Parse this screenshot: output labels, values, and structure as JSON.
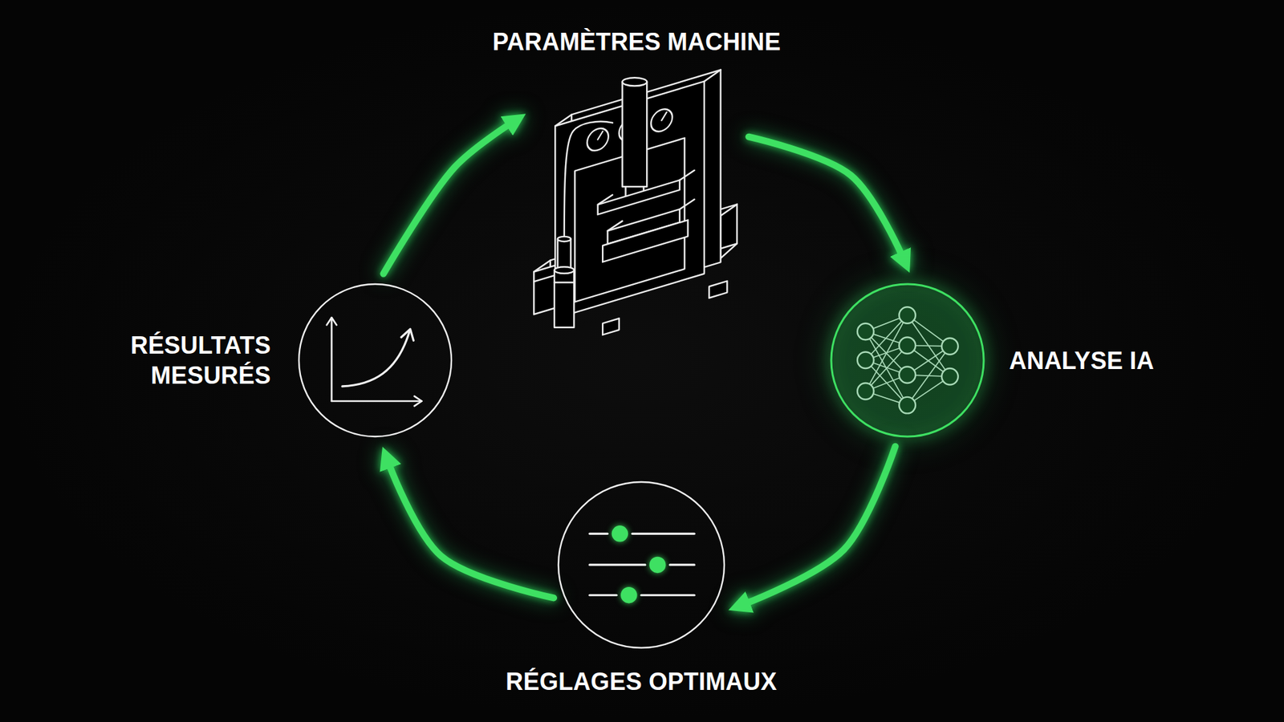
{
  "diagram": {
    "nodes": [
      {
        "text": [
          "PARAMÈTRES MACHINE"
        ]
      },
      {
        "text": [
          "ANALYSE IA"
        ]
      },
      {
        "text": [
          "RÉGLAGES OPTIMAUX"
        ]
      },
      {
        "text": [
          "RÉSULTATS MESURÉS"
        ]
      }
    ],
    "edges": [
      {
        "from": 0,
        "to": 1,
        "arrow": "to"
      },
      {
        "from": 1,
        "to": 2,
        "arrow": "to"
      },
      {
        "from": 2,
        "to": 3,
        "arrow": "to"
      },
      {
        "from": 3,
        "to": 0,
        "arrow": "to"
      }
    ]
  }
}
